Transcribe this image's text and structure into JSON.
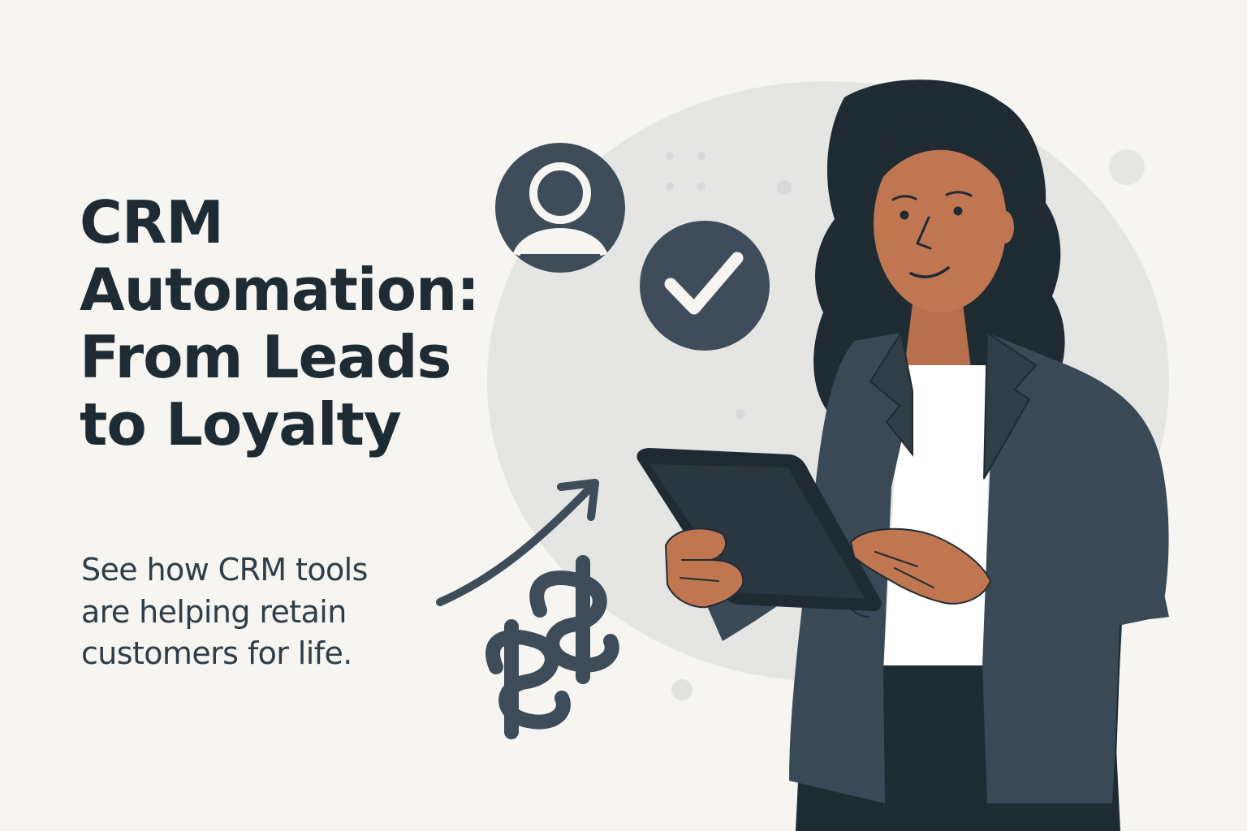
{
  "headline": {
    "lines": [
      "CRM",
      "Automation:",
      "From Leads",
      "to Loyalty"
    ]
  },
  "subhead": {
    "lines": [
      "See how CRM tools",
      "are helping retain",
      "customers for life."
    ]
  },
  "illustration": {
    "icons": [
      "user-avatar-icon",
      "checkmark-icon",
      "trend-arrow-icon",
      "dollar-sign-icon",
      "dollar-sign-icon"
    ],
    "person": "businesswoman-with-tablet",
    "colors": {
      "background": "#f6f5f2",
      "accent_slate": "#3d4c58",
      "skin": "#bf7651",
      "hair": "#1f2b33",
      "blazer": "#394955"
    }
  }
}
